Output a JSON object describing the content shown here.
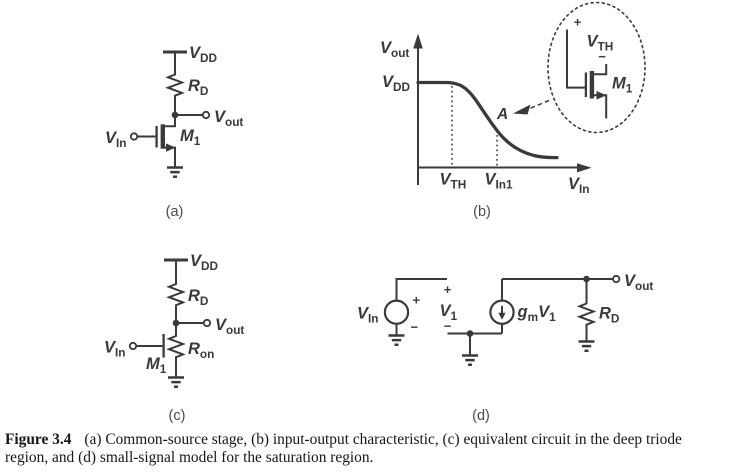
{
  "colors": {
    "ink": "#3a3a3a",
    "paper": "#ffffff",
    "tag": "#4a4a4a",
    "caption": "#161616"
  },
  "labels": {
    "v_dd": {
      "m": "V",
      "s": "DD"
    },
    "r_d": {
      "m": "R",
      "s": "D"
    },
    "r_on": {
      "m": "R",
      "s": "on"
    },
    "v_out": {
      "m": "V",
      "s": "out"
    },
    "v_in": {
      "m": "V",
      "s": "In"
    },
    "v_in1": {
      "m": "V",
      "s": "In1"
    },
    "v_th": {
      "m": "V",
      "s": "TH"
    },
    "v_1": {
      "m": "V",
      "s": "1"
    },
    "g_m": {
      "m": "g",
      "s": "m"
    },
    "m_1": {
      "m": "M",
      "s": "1"
    },
    "point_a": "A",
    "plus": "+",
    "minus": "−"
  },
  "tags": {
    "a": "(a)",
    "b": "(b)",
    "c": "(c)",
    "d": "(d)"
  },
  "caption": {
    "label": "Figure 3.4",
    "text": "(a) Common-source stage, (b) input-output characteristic, (c) equivalent circuit in the deep triode region, and (d) small-signal model for the saturation region."
  }
}
